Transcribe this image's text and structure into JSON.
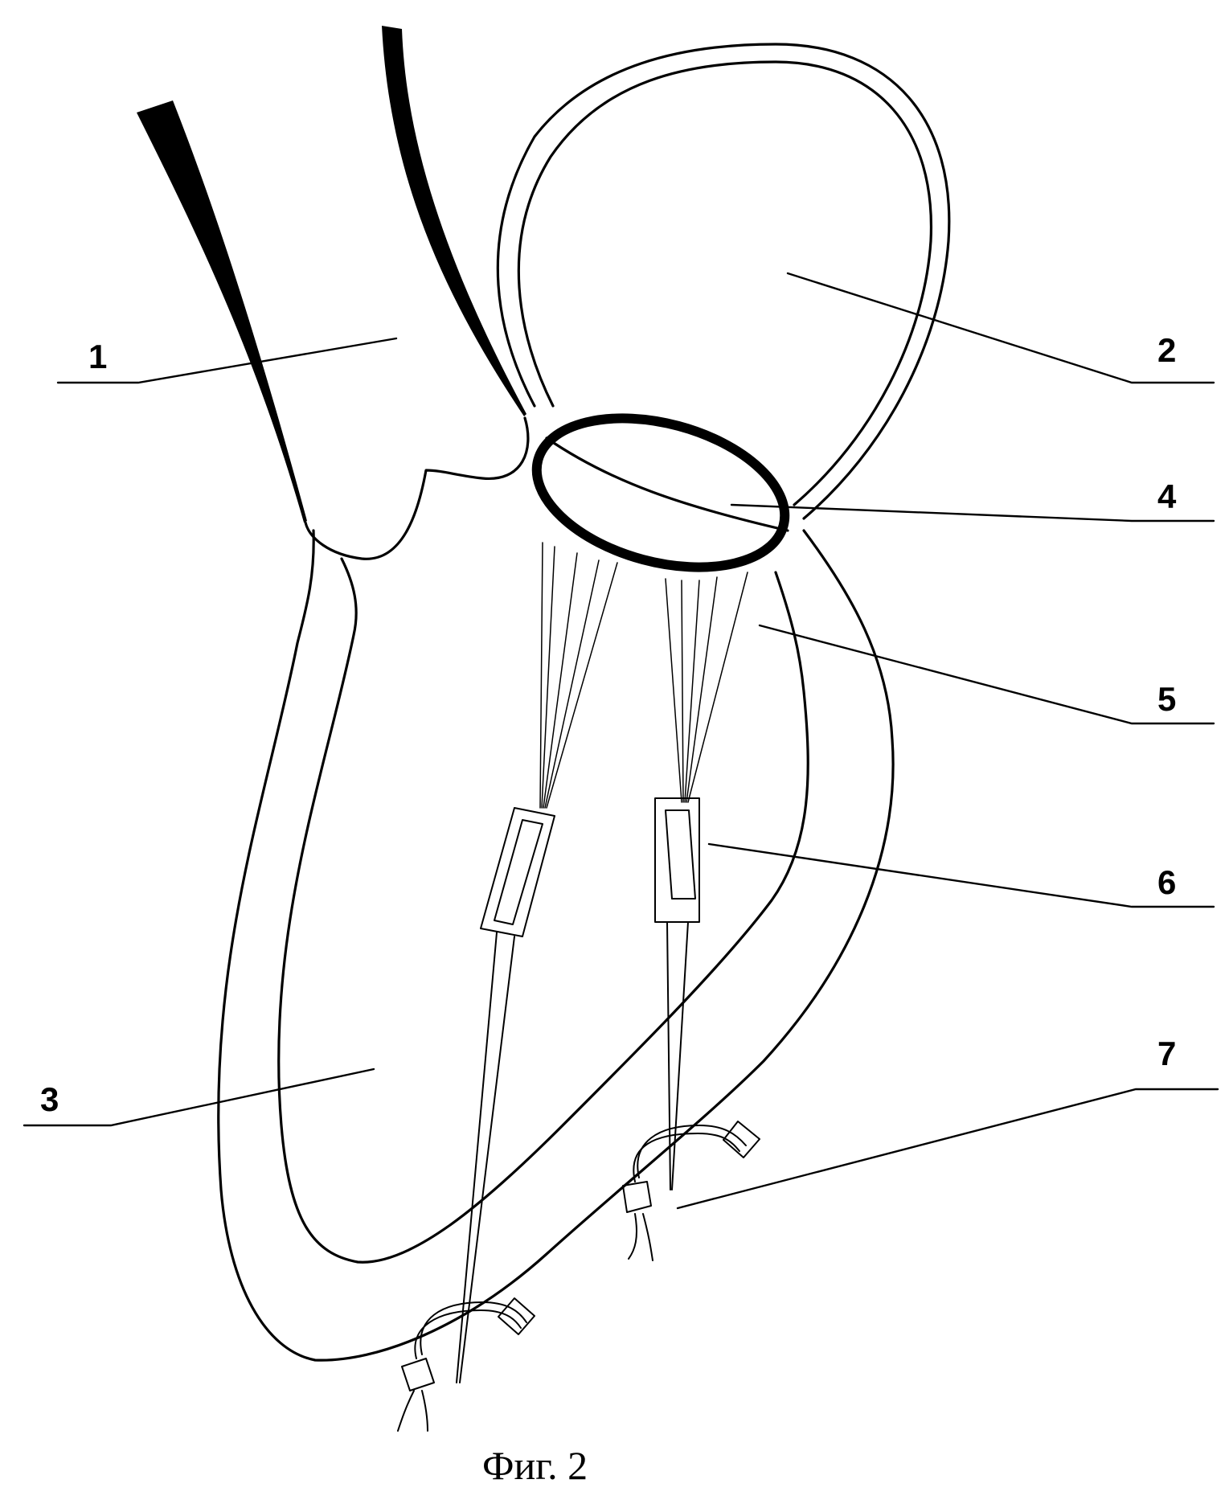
{
  "caption": "Фиг. 2",
  "labels": [
    "1",
    "2",
    "3",
    "4",
    "5",
    "6",
    "7"
  ],
  "colors": {
    "line": "#000000",
    "background": "#ffffff"
  }
}
